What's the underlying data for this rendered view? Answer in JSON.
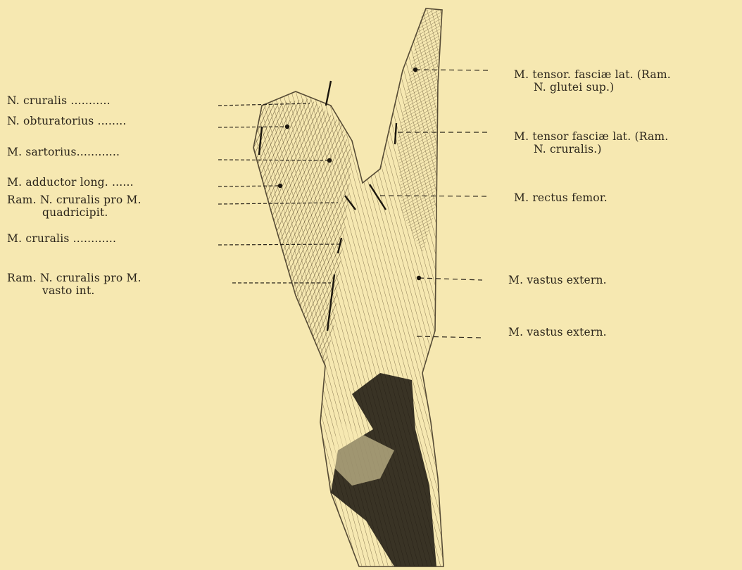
{
  "figure": {
    "labels_left": [
      {
        "id": "n-cruralis",
        "lines": [
          "N. cruralis ..........."
        ]
      },
      {
        "id": "n-obturatorius",
        "lines": [
          "N. obturatorius ........"
        ]
      },
      {
        "id": "m-sartorius",
        "lines": [
          "M. sartorius............"
        ]
      },
      {
        "id": "m-adductor-long",
        "lines": [
          "M. adductor long. ......"
        ]
      },
      {
        "id": "ram-n-cruralis-quadricipit",
        "lines": [
          "Ram. N. cruralis pro M.",
          "quadricipit."
        ]
      },
      {
        "id": "m-cruralis",
        "lines": [
          "M. cruralis ............"
        ]
      },
      {
        "id": "ram-n-cruralis-vasto-int",
        "lines": [
          "Ram. N. cruralis pro M.",
          "vasto int."
        ]
      }
    ],
    "labels_right": [
      {
        "id": "m-tensor-fasciae-lat-glutei",
        "lines": [
          "M. tensor. fasciæ lat. (Ram.",
          "N. glutei sup.)"
        ]
      },
      {
        "id": "m-tensor-fasciae-lat-cruralis",
        "lines": [
          "M. tensor fasciæ lat. (Ram.",
          "N. cruralis.)"
        ]
      },
      {
        "id": "m-rectus-femor",
        "lines": [
          "M. rectus femor."
        ]
      },
      {
        "id": "m-vastus-extern-1",
        "lines": [
          "M. vastus extern."
        ]
      },
      {
        "id": "m-vastus-extern-2",
        "lines": [
          "M. vastus extern."
        ]
      }
    ]
  }
}
